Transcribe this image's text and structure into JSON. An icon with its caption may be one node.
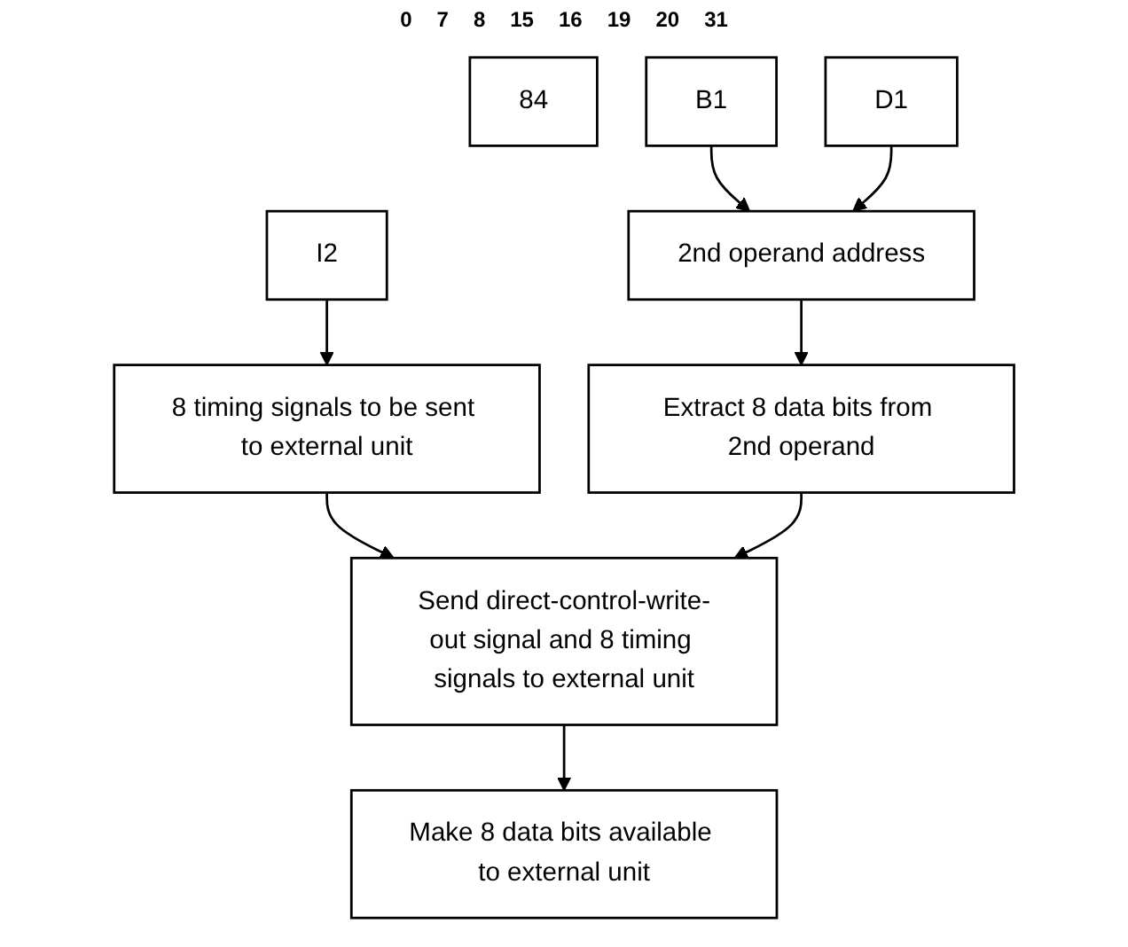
{
  "diagram": {
    "nodes": [
      {
        "text": [
          "84"
        ]
      },
      {
        "text": [
          "I2"
        ]
      },
      {
        "text": [
          "B1"
        ]
      },
      {
        "text": [
          "D1"
        ]
      },
      {
        "text": [
          "8 timing signals to be sent to external unit"
        ]
      },
      {
        "text": [
          "2nd operand address"
        ]
      },
      {
        "text": [
          "Extract 8 data bits from 2nd operand"
        ]
      },
      {
        "text": [
          "Send direct-control-write-out signal and 8 timing signals to external unit"
        ]
      },
      {
        "text": [
          "Make 8 data bits available to external unit"
        ]
      }
    ],
    "edges": [
      {
        "from": 1,
        "to": 4,
        "arrow": "to"
      },
      {
        "from": 2,
        "to": 5,
        "arrow": "to"
      },
      {
        "from": 3,
        "to": 5,
        "arrow": "to"
      },
      {
        "from": 5,
        "to": 6,
        "arrow": "to"
      },
      {
        "from": 4,
        "to": 7,
        "arrow": "to"
      },
      {
        "from": 6,
        "to": 7,
        "arrow": "to"
      },
      {
        "from": 7,
        "to": 8,
        "arrow": "to"
      }
    ],
    "labels": [
      "0",
      "7",
      "8",
      "15",
      "16",
      "19",
      "20",
      "31"
    ]
  }
}
